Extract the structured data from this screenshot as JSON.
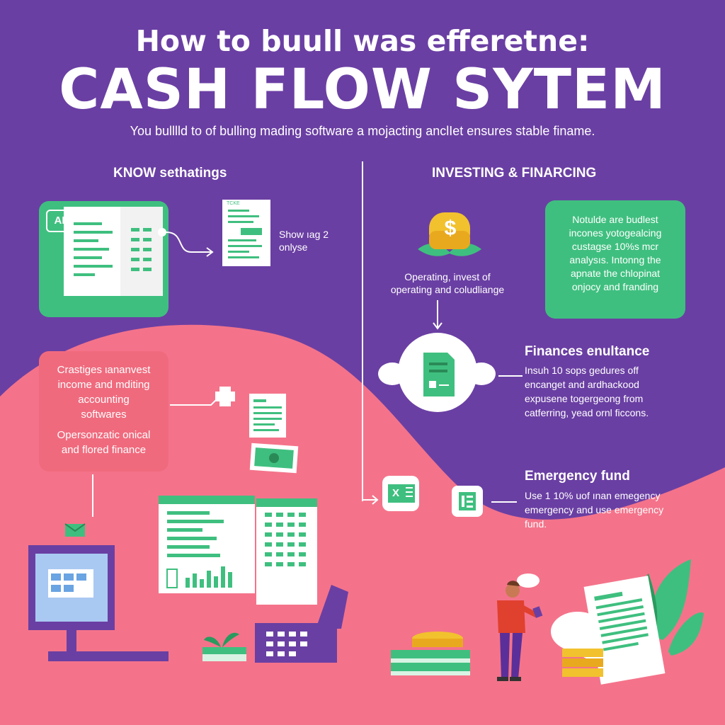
{
  "header": {
    "title_line1": "How to buull was efferetne:",
    "title_line2": "CASH FLOW SYTEM",
    "subtitle": "You bulllld to of bulling mading software a mojacting anclIet ensures stable finame."
  },
  "left_section": {
    "heading": "KNOW sethatings",
    "ai_badge": "AI",
    "doc_header": "TCKE",
    "caption_lines": [
      "Show ıag 2",
      "onlyse"
    ],
    "red_card_lines": [
      "Crastiges ιananvest",
      "income and mditing",
      "accounting",
      "softwares",
      "Opersonzatic onical",
      "and flored finance"
    ]
  },
  "right_section": {
    "heading": "INVESTING & FINARCING",
    "dollar_symbol": "$",
    "operating_lines": [
      "Operating, invest of",
      "operating and coludliange"
    ],
    "green_card_lines": [
      "Notulde are budlest",
      "incones yotogealcing",
      "custagse 10%s mcr",
      "analysıs. Intonng the",
      "apnate the chlopinat",
      "onjocy and franding"
    ],
    "finances": {
      "title": "Finances enultance",
      "lines": [
        "Insuh 10 sops gedures off",
        "encanget and ardhackood",
        "expusene togergeong from",
        "catferring, yead ornl ficcons."
      ]
    },
    "emergency": {
      "title": "Emergency fund",
      "lines": [
        "Use 1 10% uof ınan emegency",
        "emergency and use emergency",
        "fund."
      ]
    },
    "excel_letter": "X"
  },
  "colors": {
    "background": "#6a3fa3",
    "pink": "#f4738a",
    "green": "#3fbf7f",
    "red_card": "#f06a7d",
    "gold": "#f2c12e",
    "white": "#ffffff"
  },
  "icons": [
    "document-icon",
    "arrow-icon",
    "dollar-coin-icon",
    "cloud-icon",
    "excel-icon",
    "computer-icon",
    "spreadsheet-icon",
    "calculator-icon",
    "money-stack-icon",
    "person-icon",
    "plant-icon"
  ]
}
